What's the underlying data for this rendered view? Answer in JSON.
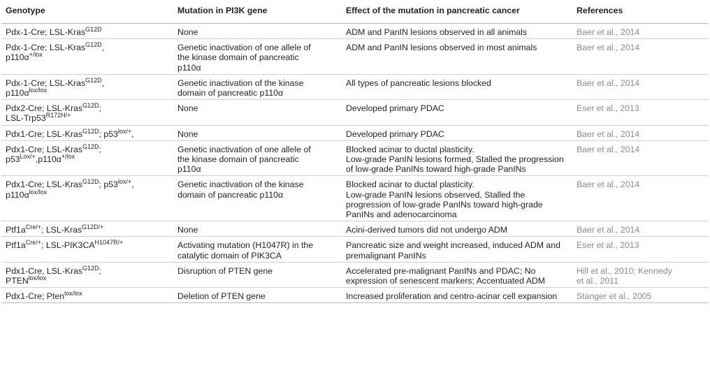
{
  "headers": [
    "Genotype",
    "Mutation in PI3K gene",
    "Effect of the mutation in pancreatic cancer",
    "References"
  ],
  "rows": [
    {
      "genotype": [
        [
          [
            "Pdx-1-Cre; LSL-Kras",
            ""
          ],
          [
            "G12D",
            "sup"
          ]
        ]
      ],
      "mutation": [
        "None"
      ],
      "effect": [
        "ADM and PanIN lesions observed in all animals"
      ],
      "reference": [
        "Baer et al., 2014"
      ]
    },
    {
      "genotype": [
        [
          [
            "Pdx-1-Cre; LSL-Kras",
            ""
          ],
          [
            "G12D",
            "sup"
          ],
          [
            ",",
            ""
          ]
        ],
        [
          [
            "p110α",
            ""
          ],
          [
            "+/lox",
            "sup"
          ]
        ]
      ],
      "mutation": [
        "Genetic inactivation of one allele of",
        "the kinase domain of pancreatic",
        "p110α"
      ],
      "effect": [
        "ADM and PanIN lesions observed in most animals"
      ],
      "reference": [
        "Baer et al., 2014"
      ]
    },
    {
      "genotype": [
        [
          [
            "Pdx-1-Cre; LSL-Kras",
            ""
          ],
          [
            "G12D",
            "sup"
          ],
          [
            ",",
            ""
          ]
        ],
        [
          [
            "p110α",
            ""
          ],
          [
            "lox/lox",
            "sup"
          ]
        ]
      ],
      "mutation": [
        "Genetic inactivation of the kinase",
        "domain of pancreatic p110α"
      ],
      "effect": [
        "All types of pancreatic lesions blocked"
      ],
      "reference": [
        "Baer et al., 2014"
      ]
    },
    {
      "genotype": [
        [
          [
            "Pdx2-Cre; LSL-Kras",
            ""
          ],
          [
            "G12D",
            "sup"
          ],
          [
            ";",
            ""
          ]
        ],
        [
          [
            "LSL-Trp53",
            ""
          ],
          [
            "R172H/+",
            "sup"
          ]
        ]
      ],
      "mutation": [
        "None"
      ],
      "effect": [
        "Developed primary PDAC"
      ],
      "reference": [
        "Eser et al., 2013"
      ]
    },
    {
      "genotype": [
        [
          [
            "Pdx1-Cre; LSL-Kras",
            ""
          ],
          [
            "G12D",
            "sup"
          ],
          [
            "; p53",
            ""
          ],
          [
            "lox/+",
            "sup"
          ],
          [
            ",",
            ""
          ]
        ]
      ],
      "mutation": [
        "None"
      ],
      "effect": [
        "Developed primary PDAC"
      ],
      "reference": [
        "Baer et al., 2014"
      ]
    },
    {
      "genotype": [
        [
          [
            "Pdx1-Cre; LSL-Kras",
            ""
          ],
          [
            "G12D",
            "sup"
          ],
          [
            ";",
            ""
          ]
        ],
        [
          [
            "p53",
            ""
          ],
          [
            "Lox/+",
            "sup"
          ],
          [
            ",p110α",
            ""
          ],
          [
            "+/lox",
            "sup"
          ]
        ]
      ],
      "mutation": [
        "Genetic inactivation of one allele of",
        "the kinase domain of pancreatic",
        "p110α"
      ],
      "effect": [
        "Blocked acinar to ductal plasticity.",
        "Low-grade PanIN lesions formed, Stalled the progression",
        "of low-grade PanINs toward high-grade PanINs"
      ],
      "reference": [
        "Baer et al., 2014"
      ]
    },
    {
      "genotype": [
        [
          [
            "Pdx1-Cre; LSL-Kras",
            ""
          ],
          [
            "G12D",
            "sup"
          ],
          [
            "; p53",
            ""
          ],
          [
            "lox/+",
            "sup"
          ],
          [
            ",",
            ""
          ]
        ],
        [
          [
            "p110α",
            ""
          ],
          [
            "lox/lox",
            "sup"
          ]
        ]
      ],
      "mutation": [
        "Genetic inactivation of the kinase",
        "domain of pancreatic p110α"
      ],
      "effect": [
        "Blocked acinar to ductal plasticity.",
        "Low-grade PanIN lesions observed, Stalled the",
        "progression of low-grade PanINs toward high-grade",
        "PanINs and adenocarcinoma"
      ],
      "reference": [
        "Baer et al., 2014"
      ]
    },
    {
      "genotype": [
        [
          [
            "Ptf1a",
            ""
          ],
          [
            "Cre/+",
            "sup"
          ],
          [
            "; LSL-Kras",
            ""
          ],
          [
            "G12D/+",
            "sup"
          ]
        ]
      ],
      "mutation": [
        "None"
      ],
      "effect": [
        "Acini-derived tumors did not undergo ADM"
      ],
      "reference": [
        "Baer et al., 2014"
      ]
    },
    {
      "genotype": [
        [
          [
            "Ptf1a",
            ""
          ],
          [
            "Cre/+",
            "sup"
          ],
          [
            "; LSL-PIK3CA",
            ""
          ],
          [
            "H1047R/+",
            "sup"
          ]
        ]
      ],
      "mutation": [
        "Activating mutation (H1047R) in the",
        "catalytic domain of PIK3CA"
      ],
      "effect": [
        "Pancreatic size and weight increased, induced ADM and",
        "premalignant PanINs"
      ],
      "reference": [
        "Eser et al., 2013"
      ]
    },
    {
      "genotype": [
        [
          [
            "Pdx1-Cre, LSL-Kras",
            ""
          ],
          [
            "G12D",
            "sup"
          ],
          [
            ";",
            ""
          ]
        ],
        [
          [
            "PTEN",
            ""
          ],
          [
            "lox/lox",
            "sup"
          ]
        ]
      ],
      "mutation": [
        "Disruption of PTEN gene"
      ],
      "effect": [
        "Accelerated pre-malignant PanINs and PDAC; No",
        "expression of senescent markers; Accentuated ADM"
      ],
      "reference": [
        "Hill et al., 2010; Kennedy",
        "et al., 2011"
      ]
    },
    {
      "genotype": [
        [
          [
            "Pdx1-Cre; Pten",
            ""
          ],
          [
            "lox/lox",
            "sup"
          ]
        ]
      ],
      "mutation": [
        "Deletion of PTEN gene"
      ],
      "effect": [
        "Increased proliferation and centro-acinar cell expansion"
      ],
      "reference": [
        "Stanger et al., 2005"
      ]
    }
  ]
}
